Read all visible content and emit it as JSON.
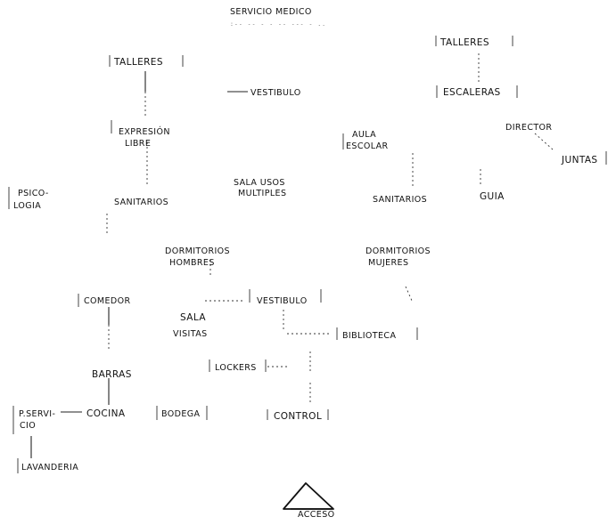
{
  "diagram": {
    "nodes": {
      "servicio_medico": "SERVICIO MEDICO",
      "talleres_left": "TALLERES",
      "talleres_right": "TALLERES",
      "vestibulo_top": "VESTIBULO",
      "escaleras": "ESCALERAS",
      "expresion_1": "EXPRESIÓN",
      "expresion_2": "LIBRE",
      "aula_1": "AULA",
      "aula_2": "ESCOLAR",
      "director": "DIRECTOR",
      "juntas": "JUNTAS",
      "psicologia_1": "PSICO-",
      "psicologia_2": "LOGIA",
      "sanitarios_left": "SANITARIOS",
      "sala_usos_1": "SALA USOS",
      "sala_usos_2": "MULTIPLES",
      "sanitarios_right": "SANITARIOS",
      "guia": "GUIA",
      "dorm_hombres_1": "DORMITORIOS",
      "dorm_hombres_2": "HOMBRES",
      "dorm_mujeres_1": "DORMITORIOS",
      "dorm_mujeres_2": "MUJERES",
      "comedor": "COMEDOR",
      "sala_visitas_1": "SALA",
      "sala_visitas_2": "VISITAS",
      "vestibulo_mid": "VESTIBULO",
      "biblioteca": "BIBLIOTECA",
      "barras": "BARRAS",
      "lockers": "LOCKERS",
      "p_servicio_1": "P.SERVI-",
      "p_servicio_2": "CIO",
      "cocina": "COCINA",
      "bodega": "BODEGA",
      "control": "CONTROL",
      "lavanderia": "LAVANDERIA",
      "acceso": "ACCESO"
    }
  }
}
